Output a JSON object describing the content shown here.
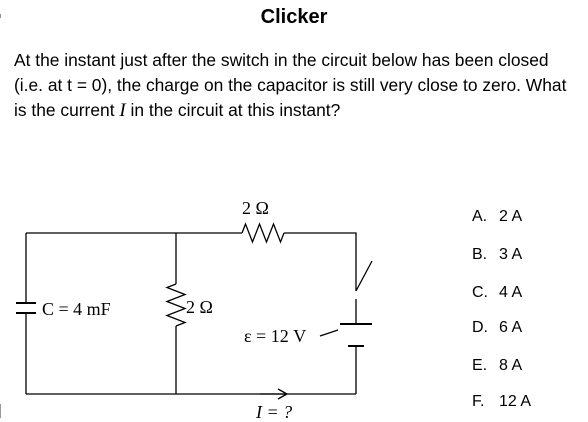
{
  "slide": {
    "title": "Clicker",
    "question_part1": "At the instant just after the switch in the circuit below has been closed (i.e. at t = 0), the charge on the capacitor is still very close to zero.  What is the current ",
    "question_var": "I",
    "question_part2": " in the circuit at this instant?"
  },
  "circuit": {
    "resistor_top_label": "2 Ω",
    "resistor_mid_label": "2 Ω",
    "capacitor_label": "C = 4 mF",
    "emf_label": "ε = 12 V",
    "current_label": "I = ?"
  },
  "choices": [
    {
      "letter": "A.",
      "value": "2 A"
    },
    {
      "letter": "B.",
      "value": "3 A"
    },
    {
      "letter": "C.",
      "value": "4 A"
    },
    {
      "letter": "D.",
      "value": "6 A"
    },
    {
      "letter": "E.",
      "value": "8 A"
    },
    {
      "letter": "F.",
      "value": "12 A"
    }
  ]
}
